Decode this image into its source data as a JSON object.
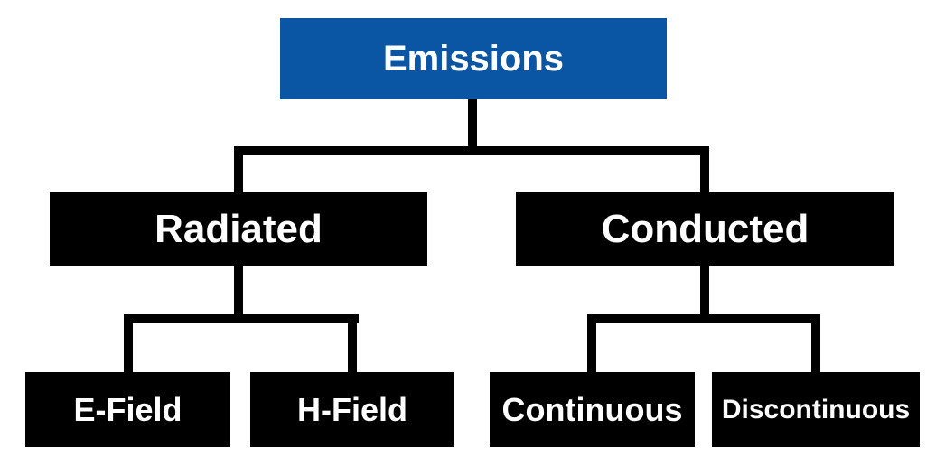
{
  "diagram": {
    "type": "hierarchy-tree",
    "nodes": {
      "emissions": "Emissions",
      "radiated": "Radiated",
      "conducted": "Conducted",
      "e_field": "E-Field",
      "h_field": "H-Field",
      "continuous": "Continuous",
      "discontinuous": "Discontinuous"
    },
    "hierarchy": {
      "Emissions": {
        "Radiated": [
          "E-Field",
          "H-Field"
        ],
        "Conducted": [
          "Continuous",
          "Discontinuous"
        ]
      }
    },
    "colors": {
      "background": "#ffffff",
      "root_box": "#0a56a4",
      "child_box": "#000000",
      "text": "#ffffff",
      "connector": "#000000"
    }
  }
}
